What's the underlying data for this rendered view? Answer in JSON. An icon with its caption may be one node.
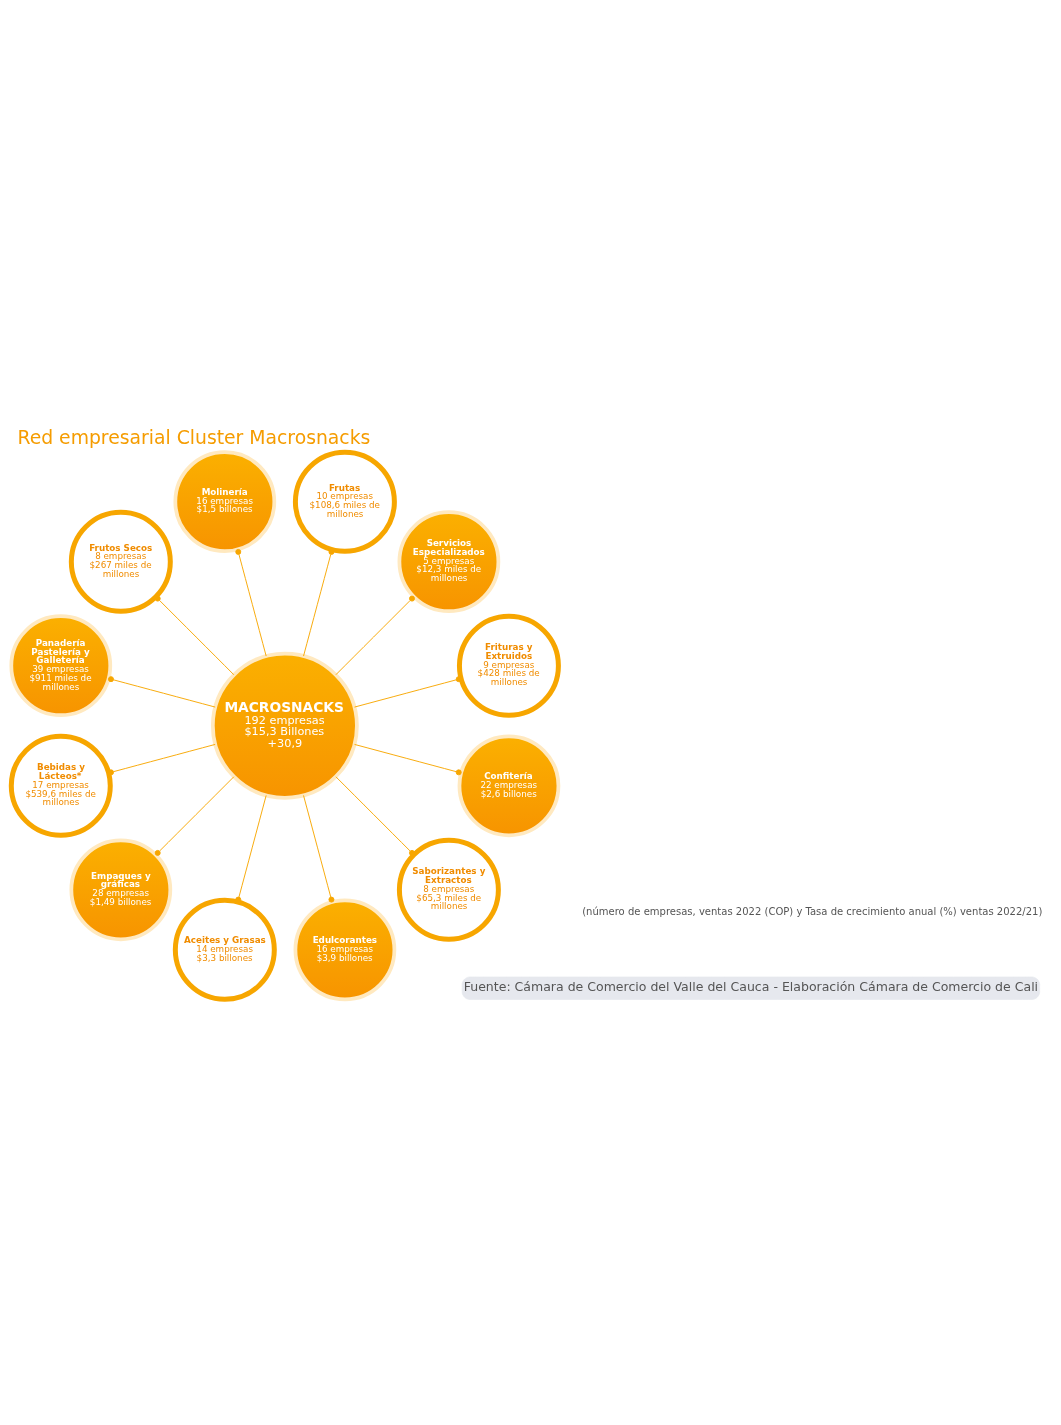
{
  "diagram": {
    "title": "Red empresarial Cluster Macrosnacks",
    "caption": "Fuente: Cámara de Comercio del Valle del Cauca - Elaboración Cámara de Comercio de Cali",
    "nodes": [
      {
        "text": [
          "MACROSNACKS",
          "192 empresas",
          "$15,3 Billones",
          "+30,9"
        ]
      },
      {
        "text": [
          "Frituras y Extruidos",
          "9 empresas",
          "$428 miles de millones"
        ]
      },
      {
        "text": [
          "Servicios Especializados",
          "5 empresas",
          "$12,3 miles de millones"
        ]
      },
      {
        "text": [
          "Frutas",
          "10 empresas",
          "$108,6 miles de millones"
        ]
      },
      {
        "text": [
          "Molinería",
          "16 empresas",
          "$1,5 billones"
        ]
      },
      {
        "text": [
          "Frutos Secos",
          "8 empresas",
          "$267 miles de millones"
        ]
      },
      {
        "text": [
          "Panadería Pastelería y Galletería",
          "39 empresas",
          "$911 miles de millones"
        ]
      },
      {
        "text": [
          "Bebidas y Lácteos*",
          "17 empresas",
          "$539,6 miles de millones"
        ]
      },
      {
        "text": [
          "Empaques y gráficas",
          "28 empresas",
          "$1,49 billones"
        ]
      },
      {
        "text": [
          "Aceites y Grasas",
          "14 empresas",
          "$3,3 billones"
        ]
      },
      {
        "text": [
          "Edulcorantes",
          "16 empresas",
          "$3,9 billones"
        ]
      },
      {
        "text": [
          "Saborizantes y Extractos",
          "8 empresas",
          "$65,3 miles de millones"
        ]
      },
      {
        "text": [
          "Confitería",
          "22 empresas",
          "$2,6 billones"
        ]
      }
    ],
    "edges": [
      {
        "from": 0,
        "to": 1,
        "arrow": "other"
      },
      {
        "from": 0,
        "to": 2,
        "arrow": "other"
      },
      {
        "from": 0,
        "to": 3,
        "arrow": "other"
      },
      {
        "from": 0,
        "to": 4,
        "arrow": "other"
      },
      {
        "from": 0,
        "to": 5,
        "arrow": "other"
      },
      {
        "from": 0,
        "to": 6,
        "arrow": "other"
      },
      {
        "from": 0,
        "to": 7,
        "arrow": "other"
      },
      {
        "from": 0,
        "to": 8,
        "arrow": "other"
      },
      {
        "from": 0,
        "to": 9,
        "arrow": "other"
      },
      {
        "from": 0,
        "to": 10,
        "arrow": "other"
      },
      {
        "from": 0,
        "to": 11,
        "arrow": "other"
      },
      {
        "from": 0,
        "to": 12,
        "arrow": "other"
      }
    ],
    "labels": [
      "(número de empresas, ventas 2022 (COP) y Tasa de crecimiento anual (%) ventas 2022/21)"
    ]
  }
}
